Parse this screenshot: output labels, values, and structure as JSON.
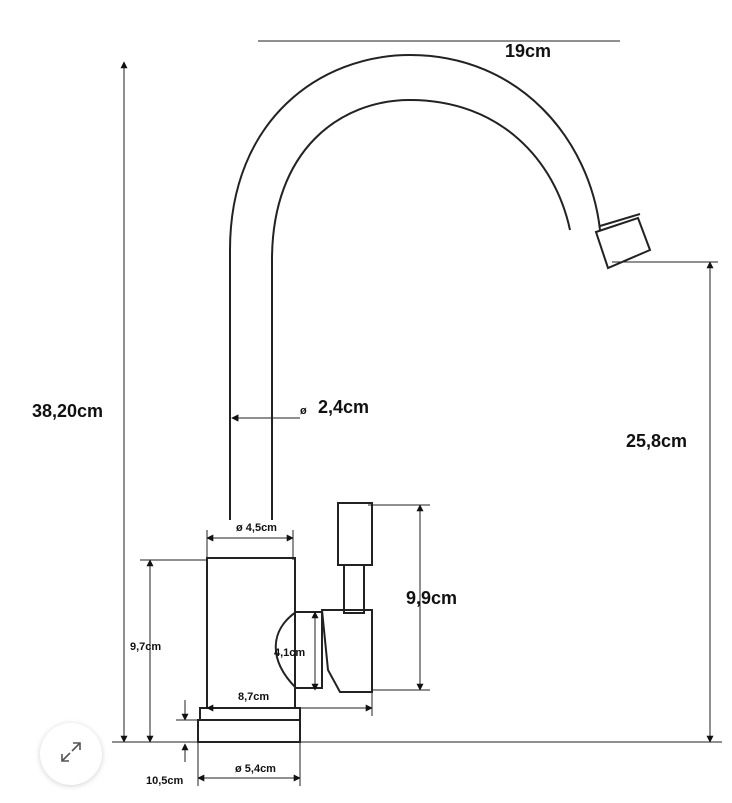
{
  "dimensions": {
    "spout_reach": "19cm",
    "total_height": "38,20cm",
    "spout_height": "25,8cm",
    "tube_diameter": "2,4cm",
    "tube_diameter_symbol": "ø",
    "body_diameter": "ø 4,5cm",
    "lever_height": "9,9cm",
    "body_height": "9,7cm",
    "handle_width": "4,1cm",
    "body_depth": "8,7cm",
    "base_height": "10,5cm",
    "base_diameter": "ø 5,4cm"
  },
  "controls": {
    "expand_icon": "expand-arrows-icon"
  }
}
